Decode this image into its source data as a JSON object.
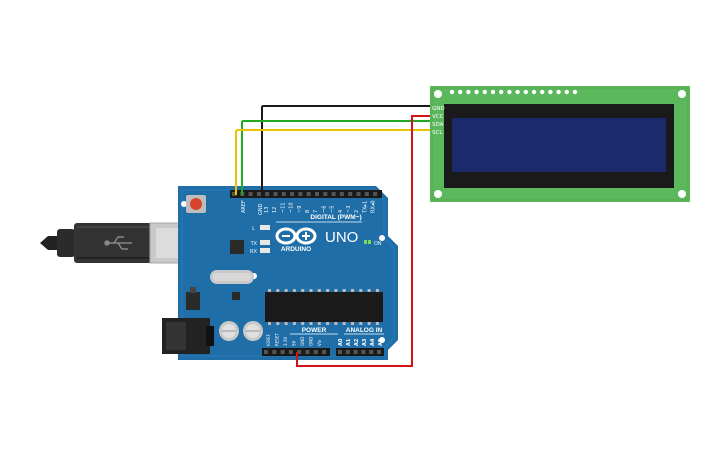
{
  "arduino": {
    "aref": "AREF",
    "gnd": "GND",
    "digital_numbers": [
      "13",
      "12",
      "~11",
      "~10",
      "~9",
      "8",
      "7",
      "~6",
      "~5",
      "4",
      "~3",
      "2",
      "TX▸1",
      "RX◂0"
    ],
    "digital_label": "DIGITAL (PWM~)",
    "logo_text": "ARDUINO",
    "model": "UNO",
    "on_label": "ON",
    "led_l": "L",
    "led_tx": "TX",
    "led_rx": "RX",
    "power_label": "POWER",
    "power_pins": [
      "IOREF",
      "RESET",
      "3.3V",
      "5V",
      "GND",
      "GND",
      "Vin"
    ],
    "analog_label": "ANALOG IN",
    "analog_pins": [
      "A0",
      "A1",
      "A2",
      "A3",
      "A4",
      "A5"
    ]
  },
  "lcd": {
    "pins": [
      "GND",
      "VCC",
      "SDA",
      "SCL"
    ]
  },
  "wires": [
    {
      "from": "arduino-gnd",
      "to": "lcd-gnd",
      "color": "#1a1a1a"
    },
    {
      "from": "arduino-sda",
      "to": "lcd-sda",
      "color": "#22aa22"
    },
    {
      "from": "arduino-scl",
      "to": "lcd-scl",
      "color": "#e8c400"
    },
    {
      "from": "arduino-5v",
      "to": "lcd-vcc",
      "color": "#d41414"
    }
  ],
  "colors": {
    "board": "#1f6ea8",
    "lcd_pcb": "#5cb85c",
    "lcd_screen": "#1b2a6b"
  }
}
